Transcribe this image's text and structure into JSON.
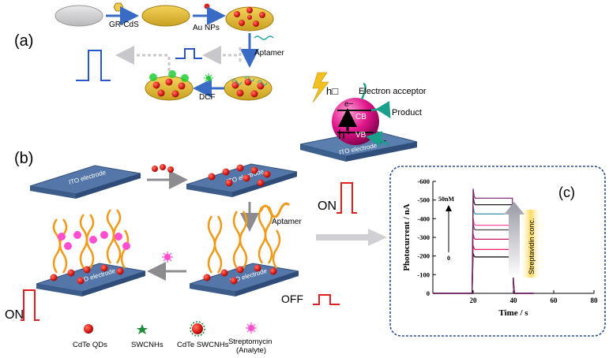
{
  "panel_a": {
    "label": "(a)",
    "gr_cds": "GR-CdS",
    "au_nps": "Au NPs",
    "aptamer": "Aptamer",
    "dcf": "DCF"
  },
  "mechanism": {
    "h_nu": "h□",
    "electron_acceptor": "Electron acceptor",
    "product": "Product",
    "e_minus": "e−",
    "cb": "CB",
    "vb": "VB",
    "h_plus": "h⁺",
    "ito": "ITO electrode"
  },
  "panel_b": {
    "label": "(b)",
    "ito": "ITO electrode",
    "aptamer": "Aptamer",
    "on": "ON",
    "off": "OFF"
  },
  "legend": [
    {
      "label": "CdTe QDs"
    },
    {
      "label": "SWCNHs"
    },
    {
      "label": "CdTe SWCNHs"
    },
    {
      "label": "Streptomycin\n(Analyte)"
    }
  ],
  "panel_c": {
    "label": "(c)",
    "conc_high": "50nM",
    "conc_low": "0",
    "arrow_label": "Streptavidin conc."
  },
  "chart_data": {
    "type": "line",
    "title": "",
    "xlabel": "Time / s",
    "ylabel": "Photocurrent / nA",
    "xlim": [
      0,
      80
    ],
    "ylim": [
      0,
      -600
    ],
    "xticks": [
      20,
      40,
      60,
      80
    ],
    "yticks": [
      0,
      -100,
      -200,
      -300,
      -400,
      -500,
      -600
    ],
    "x": [
      0,
      19.5,
      20,
      20.5,
      21,
      39.5,
      40,
      40.5,
      50
    ],
    "series": [
      {
        "color": "#000000",
        "plateau": -195
      },
      {
        "color": "#e81e63",
        "plateau": -235
      },
      {
        "color": "#c2185b",
        "plateau": -290
      },
      {
        "color": "#4a4a4a",
        "plateau": -340
      },
      {
        "color": "#ff4fa0",
        "plateau": -365
      },
      {
        "color": "#3b8fa8",
        "plateau": -425
      },
      {
        "color": "#1a1a1a",
        "plateau": -475
      },
      {
        "color": "#7a1f6a",
        "plateau": -510
      }
    ]
  }
}
